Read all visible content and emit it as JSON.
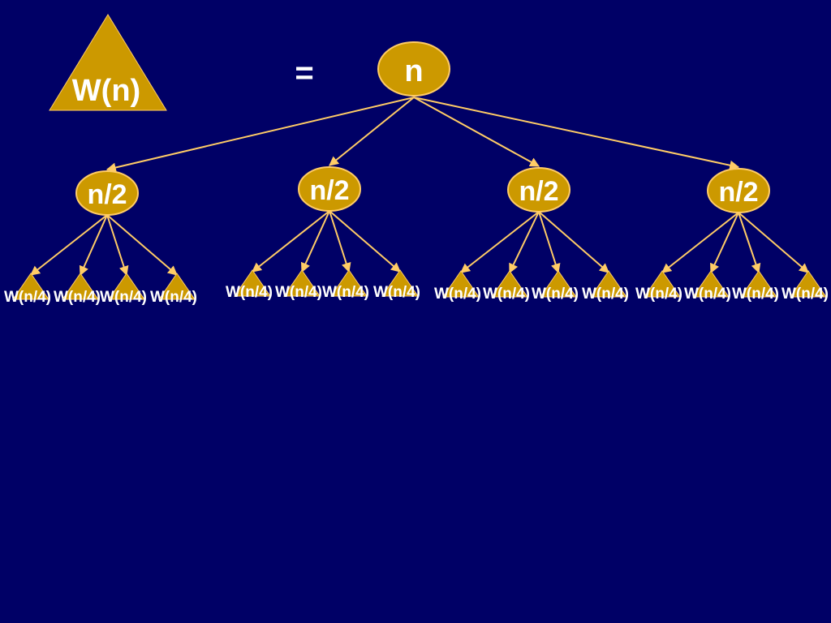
{
  "colors": {
    "background": "#000066",
    "node_fill": "#CC9900",
    "node_stroke": "#FFCC66",
    "edge": "#FFCC66",
    "text": "#FFFFFF"
  },
  "legend": {
    "label": "W(n)",
    "shape": "triangle"
  },
  "equals": "=",
  "root": {
    "label": "n"
  },
  "children": [
    {
      "label": "n/2",
      "leaves": [
        "W(n/4)",
        "W(n/4)",
        "W(n/4)",
        "W(n/4)"
      ]
    },
    {
      "label": "n/2",
      "leaves": [
        "W(n/4)",
        "W(n/4)",
        "W(n/4)",
        "W(n/4)"
      ]
    },
    {
      "label": "n/2",
      "leaves": [
        "W(n/4)",
        "W(n/4)",
        "W(n/4)",
        "W(n/4)"
      ]
    },
    {
      "label": "n/2",
      "leaves": [
        "W(n/4)",
        "W(n/4)",
        "W(n/4)",
        "W(n/4)"
      ]
    }
  ]
}
